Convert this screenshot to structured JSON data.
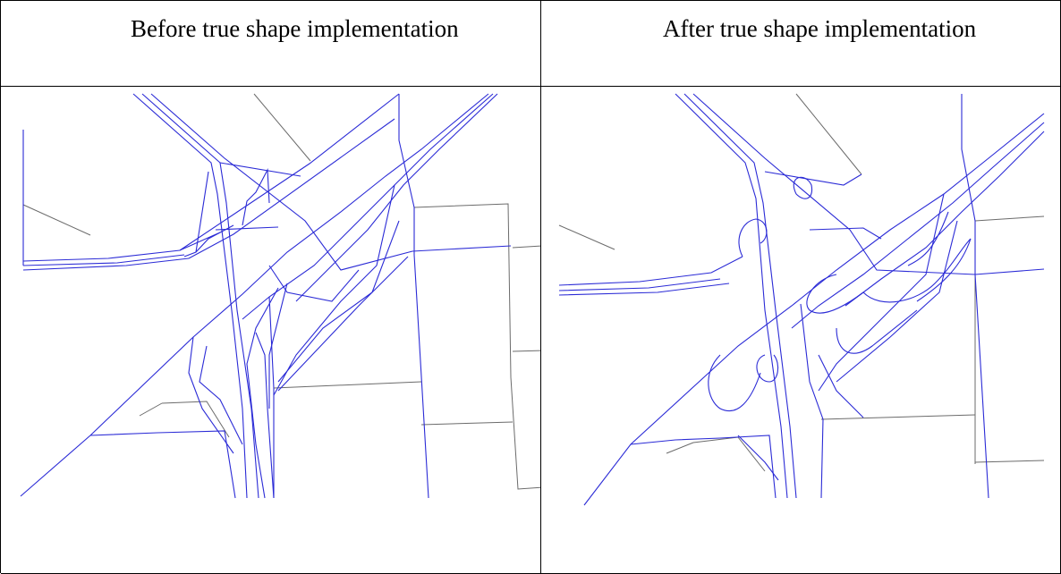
{
  "table": {
    "headers": {
      "left": "Before true shape implementation",
      "right": "After true shape implementation"
    }
  },
  "colors": {
    "road_lines": "#2b2bd6",
    "local_roads": "#6b6b6b",
    "border": "#000000",
    "background": "#ffffff"
  },
  "images": {
    "left": {
      "description_icon": "road-network-map-straight"
    },
    "right": {
      "description_icon": "road-network-map-curved"
    }
  }
}
